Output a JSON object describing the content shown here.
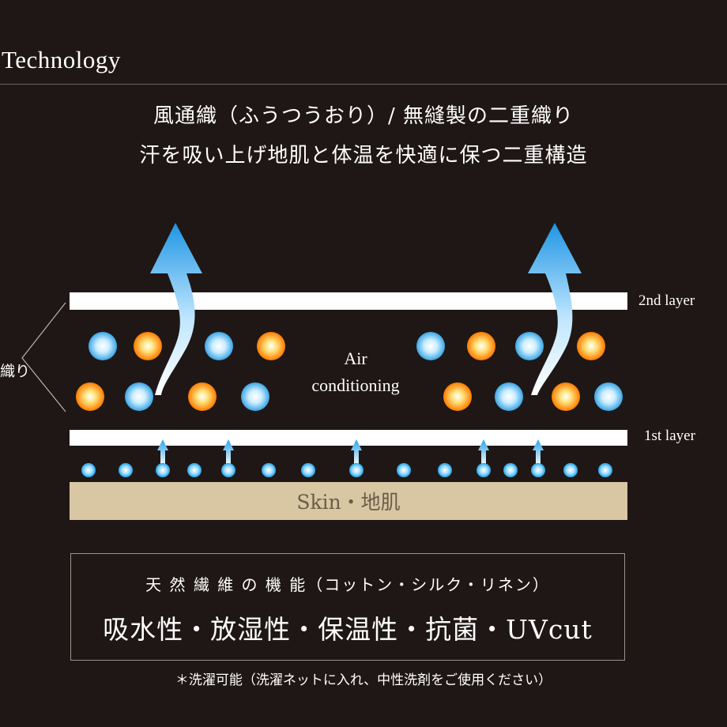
{
  "section_title": "Technology",
  "headline_line1": "風通織（ふうつうおり）/ 無縫製の二重織り",
  "headline_line2": "汗を吸い上げ地肌と体温を快適に保つ二重構造",
  "side_label": "織り",
  "layers": {
    "second_label": "2nd layer",
    "first_label": "1st layer",
    "skin_label": "Skin・地肌"
  },
  "air_label": {
    "line1": "Air",
    "line2": "conditioning"
  },
  "info_box": {
    "line1": "天 然 繊 維 の 機 能（コットン・シルク・リネン）",
    "line2": "吸水性・放湿性・保温性・抗菌・UVcut"
  },
  "note": "＊洗濯可能（洗濯ネットに入れ、中性洗剤をご使用ください）",
  "colors": {
    "background": "#1f1715",
    "skin": "#d9c6a3",
    "cool_particle": "#5bb8ea",
    "warm_particle": "#ff8a00",
    "arrow": "#2d9ee6"
  }
}
